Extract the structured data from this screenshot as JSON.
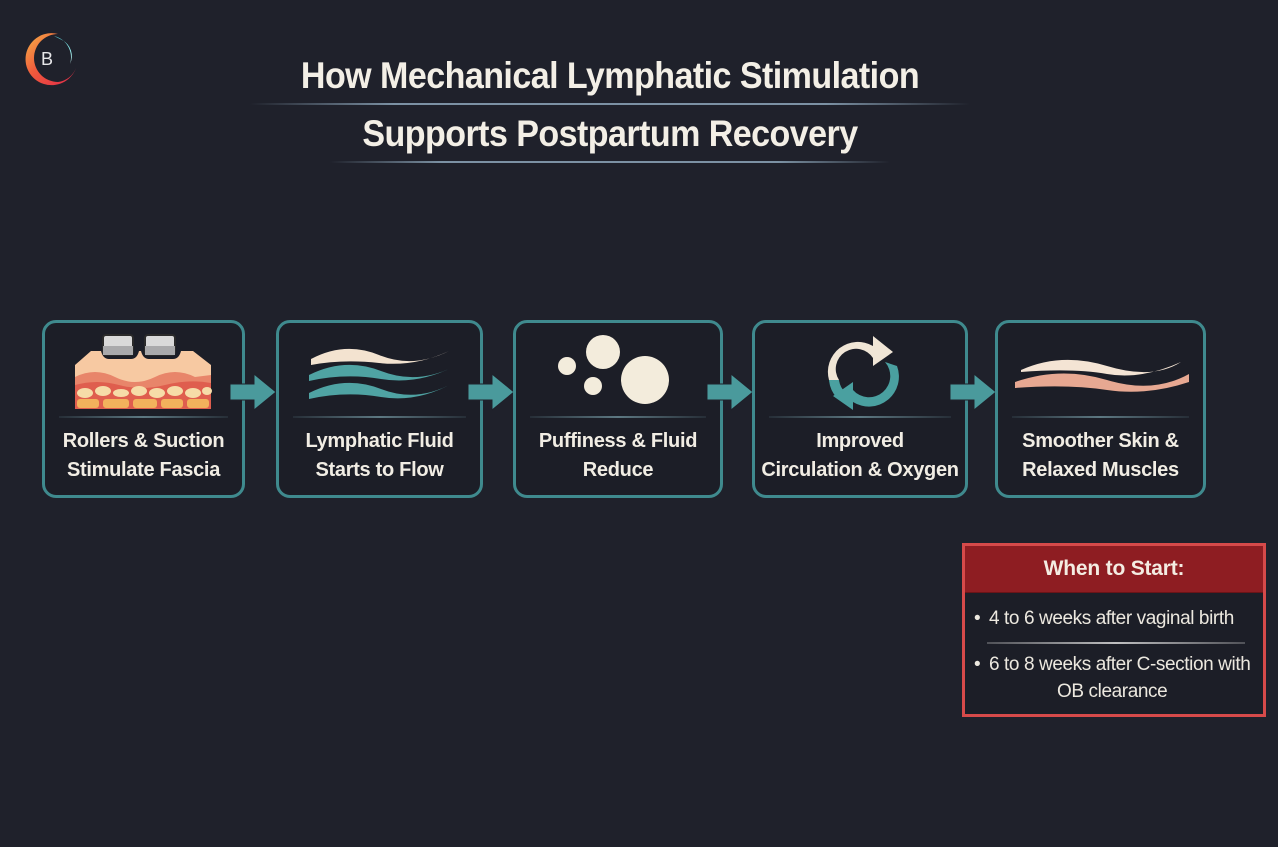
{
  "logo": {
    "icon": "brand-logo-ring",
    "monogram": "B"
  },
  "title": {
    "line1": "How Mechanical Lymphatic Stimulation",
    "line2": "Supports Postpartum Recovery"
  },
  "colors": {
    "background": "#1f212b",
    "step_border": "#3f8a8e",
    "arrow": "#4a9a9c",
    "callout_border": "#d64a4a",
    "callout_header": "#8e1d22",
    "text": "#f1ede4"
  },
  "steps": [
    {
      "icon": "skin-layers-rollers-icon",
      "line1": "Rollers & Suction",
      "line2": "Stimulate Fascia"
    },
    {
      "icon": "fluid-waves-icon",
      "line1": "Lymphatic Fluid",
      "line2": "Starts to Flow"
    },
    {
      "icon": "bubbles-icon",
      "line1": "Puffiness & Fluid",
      "line2": "Reduce"
    },
    {
      "icon": "circulation-cycle-icon",
      "line1": "Improved",
      "line2": "Circulation & Oxygen"
    },
    {
      "icon": "smooth-skin-waves-icon",
      "line1": "Smoother Skin &",
      "line2": "Relaxed Muscles"
    }
  ],
  "arrows": [
    "arrow-right-icon",
    "arrow-right-icon",
    "arrow-right-icon",
    "arrow-right-icon"
  ],
  "when_to_start": {
    "title": "When to Start:",
    "bullet": "•",
    "items": [
      {
        "text": "4 to 6 weeks after vaginal birth"
      },
      {
        "text": "6 to 8 weeks after C-section with",
        "continuation": "OB clearance"
      }
    ]
  }
}
